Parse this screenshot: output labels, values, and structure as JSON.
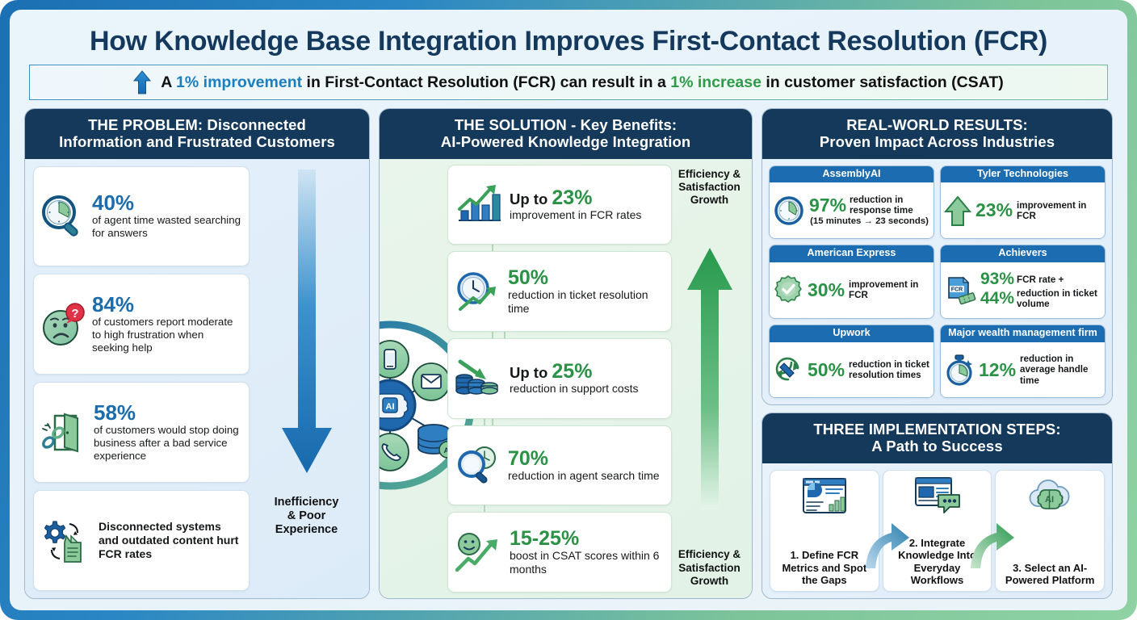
{
  "header": {
    "title": "How Knowledge Base Integration Improves First-Contact Resolution (FCR)",
    "banner": {
      "icon": "up-arrow-icon",
      "part1": "A ",
      "highlight1": "1% improvement",
      "part2": " in First-Contact Resolution (FCR) can result in a ",
      "highlight2": "1% increase",
      "part3": " in customer satisfaction (CSAT)"
    }
  },
  "colors": {
    "navy": "#15395b",
    "blue": "#1b6cb0",
    "green": "#2a9245",
    "accent_blue_text": "#1a6cad"
  },
  "problem": {
    "title_line1": "THE PROBLEM: Disconnected",
    "title_line2": "Information and Frustrated Customers",
    "cards": [
      {
        "icon": "magnifier-clock-icon",
        "stat": "40%",
        "desc": "of agent time wasted searching for answers"
      },
      {
        "icon": "frustrated-face-icon",
        "stat": "84%",
        "desc": "of customers report moderate to high frustration when seeking help"
      },
      {
        "icon": "broken-chain-door-icon",
        "stat": "58%",
        "desc": "of customers would stop doing business after a bad service experience"
      },
      {
        "icon": "gear-document-icon",
        "stat": "",
        "desc": "Disconnected systems and outdated content hurt FCR rates"
      }
    ],
    "arrow": {
      "icon": "down-arrow-icon",
      "label_line1": "Inefficiency",
      "label_line2": "& Poor",
      "label_line3": "Experience"
    }
  },
  "solution": {
    "title_line1": "THE SOLUTION - Key Benefits:",
    "title_line2": "AI-Powered Knowledge Integration",
    "hub": {
      "center_icon": "ai-brain-chip-icon",
      "nodes": [
        "mobile-phone-icon",
        "envelope-icon",
        "database-ai-icon",
        "phone-handset-icon",
        "printer-icon",
        "chat-bubbles-icon"
      ]
    },
    "cards": [
      {
        "icon": "bar-chart-up-icon",
        "prefix": "Up to ",
        "stat": "23%",
        "desc": "improvement in FCR rates"
      },
      {
        "icon": "clock-arrow-icon",
        "prefix": "",
        "stat": "50%",
        "desc": "reduction in ticket resolution time"
      },
      {
        "icon": "coins-down-arrow-icon",
        "prefix": "Up to ",
        "stat": "25%",
        "desc": "reduction in support costs"
      },
      {
        "icon": "magnifier-clock-icon",
        "prefix": "",
        "stat": "70%",
        "desc": "reduction in agent search time"
      },
      {
        "icon": "smiley-growth-icon",
        "prefix": "",
        "stat": "15-25%",
        "desc": "boost in CSAT scores within 6 months"
      }
    ],
    "arrow": {
      "icon": "up-arrow-icon",
      "top_label_line1": "Efficiency &",
      "top_label_line2": "Satisfaction",
      "top_label_line3": "Growth",
      "bottom_label_line1": "Efficiency &",
      "bottom_label_line2": "Satisfaction",
      "bottom_label_line3": "Growth"
    }
  },
  "results": {
    "title_line1": "REAL-WORLD RESULTS:",
    "title_line2": "Proven Impact Across Industries",
    "cards": [
      {
        "company": "AssemblyAI",
        "icon": "clock-icon",
        "stat": "97%",
        "desc": "reduction in response time",
        "sub": "(15 minutes → 23 seconds)"
      },
      {
        "company": "Tyler Technologies",
        "icon": "green-up-arrow-icon",
        "stat": "23%",
        "desc": "improvement in FCR",
        "sub": ""
      },
      {
        "company": "American Express",
        "icon": "check-badge-icon",
        "stat": "30%",
        "desc": "improvement in FCR",
        "sub": ""
      },
      {
        "company": "Achievers",
        "icon": "fcr-document-ticket-icon",
        "stat": "93%",
        "stat2": "44%",
        "desc": "FCR rate +",
        "desc2": "reduction in ticket volume",
        "sub": ""
      },
      {
        "company": "Upwork",
        "icon": "refresh-cycle-icon",
        "stat": "50%",
        "desc": "reduction in ticket resolution times",
        "sub": ""
      },
      {
        "company": "Major wealth management firm",
        "icon": "stopwatch-icon",
        "stat": "12%",
        "desc": "reduction in average handle time",
        "sub": ""
      }
    ]
  },
  "steps": {
    "title_line1": "THREE IMPLEMENTATION STEPS:",
    "title_line2": "A Path to Success",
    "items": [
      {
        "icon": "dashboard-chart-icon",
        "label": "1. Define FCR Metrics and Spot the Gaps"
      },
      {
        "icon": "knowledge-chat-icon",
        "label": "2. Integrate Knowledge Into Everyday Workflows"
      },
      {
        "icon": "ai-cloud-brain-icon",
        "label": "3. Select an AI-Powered Platform"
      }
    ],
    "arrows": [
      "blue-curved-arrow-icon",
      "green-curved-arrow-icon"
    ]
  }
}
